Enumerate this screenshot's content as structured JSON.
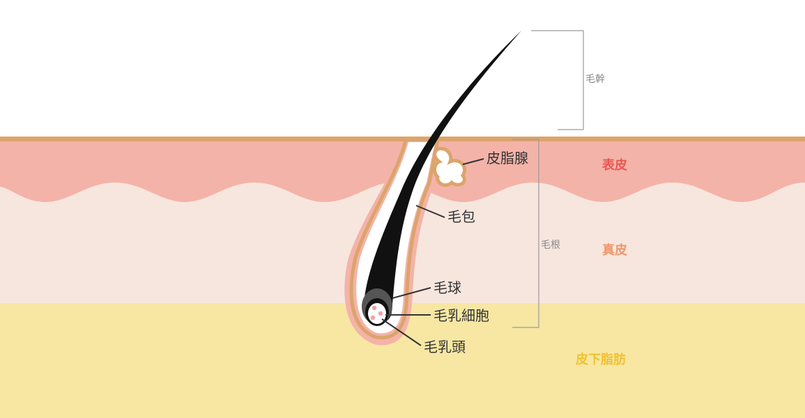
{
  "layers": {
    "epidermis": {
      "label": "表皮",
      "color": "#e8574f"
    },
    "dermis": {
      "label": "真皮",
      "color": "#f0956b"
    },
    "subcutaneous": {
      "label": "皮下脂肪",
      "color": "#f2c12e"
    }
  },
  "parts": {
    "sebaceous_gland": "皮脂腺",
    "follicle": "毛包",
    "hair_bulb": "毛球",
    "matrix_cells": "毛乳細胞",
    "papilla": "毛乳頭"
  },
  "brackets": {
    "shaft": "毛幹",
    "root": "毛根"
  },
  "colors": {
    "epidermis_fill": "#f4b3a8",
    "dermis_fill": "#f7e6de",
    "fat_fill": "#f7e7a3",
    "skin_line": "#dca46c",
    "hair": "#111111",
    "pointer": "#333333",
    "bracket": "#9a9a9a"
  }
}
